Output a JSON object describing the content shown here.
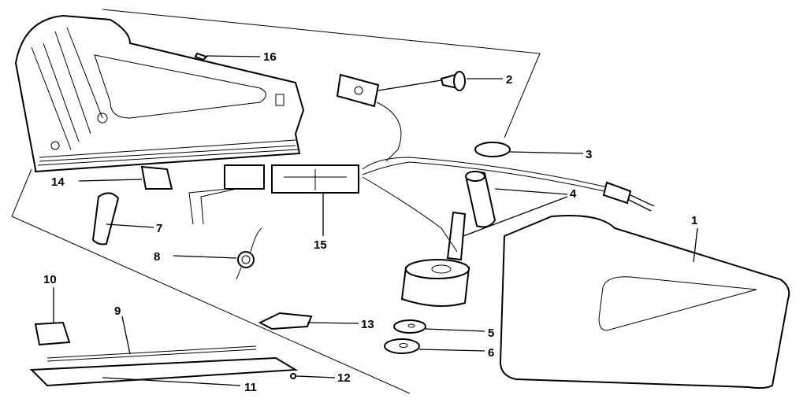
{
  "diagram": {
    "title": "Staple gun exploded parts view",
    "part_labels": {
      "p1": "1",
      "p2": "2",
      "p3": "3",
      "p4": "4",
      "p5": "5",
      "p6": "6",
      "p7": "7",
      "p8": "8",
      "p9": "9",
      "p10": "10",
      "p11": "11",
      "p12": "12",
      "p13": "13",
      "p14": "14",
      "p15": "15",
      "p16": "16"
    }
  }
}
